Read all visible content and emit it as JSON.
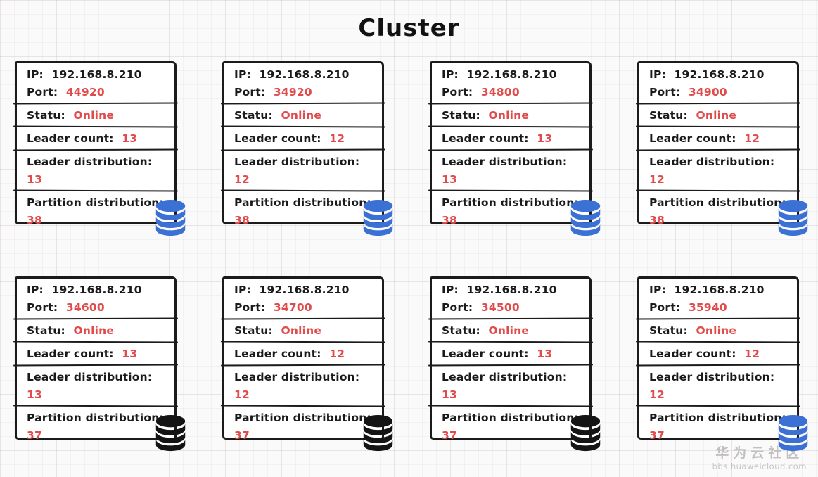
{
  "title": "Cluster",
  "card_labels": {
    "ip": "IP:",
    "port": "Port:",
    "status": "Statu:",
    "leader_count": "Leader count:",
    "leader_distribution": "Leader distribution:",
    "partition_distribution": "Partition distribution:"
  },
  "nodes": [
    {
      "ip": "192.168.8.210",
      "port": "44920",
      "status": "Online",
      "leader_count": "13",
      "leader_distribution": "13",
      "partition_distribution": "38",
      "icon": "database-icon",
      "icon_color": "#3b70d4"
    },
    {
      "ip": "192.168.8.210",
      "port": "34920",
      "status": "Online",
      "leader_count": "12",
      "leader_distribution": "12",
      "partition_distribution": "38",
      "icon": "database-icon",
      "icon_color": "#3b70d4"
    },
    {
      "ip": "192.168.8.210",
      "port": "34800",
      "status": "Online",
      "leader_count": "13",
      "leader_distribution": "13",
      "partition_distribution": "38",
      "icon": "database-icon",
      "icon_color": "#3b70d4"
    },
    {
      "ip": "192.168.8.210",
      "port": "34900",
      "status": "Online",
      "leader_count": "12",
      "leader_distribution": "12",
      "partition_distribution": "38",
      "icon": "database-icon",
      "icon_color": "#3b70d4"
    },
    {
      "ip": "192.168.8.210",
      "port": "34600",
      "status": "Online",
      "leader_count": "13",
      "leader_distribution": "13",
      "partition_distribution": "37",
      "icon": "database-icon",
      "icon_color": "#141414"
    },
    {
      "ip": "192.168.8.210",
      "port": "34700",
      "status": "Online",
      "leader_count": "12",
      "leader_distribution": "12",
      "partition_distribution": "37",
      "icon": "database-icon",
      "icon_color": "#141414"
    },
    {
      "ip": "192.168.8.210",
      "port": "34500",
      "status": "Online",
      "leader_count": "13",
      "leader_distribution": "13",
      "partition_distribution": "37",
      "icon": "database-icon",
      "icon_color": "#141414"
    },
    {
      "ip": "192.168.8.210",
      "port": "35940",
      "status": "Online",
      "leader_count": "12",
      "leader_distribution": "12",
      "partition_distribution": "37",
      "icon": "database-icon",
      "icon_color": "#3b70d4"
    }
  ],
  "watermark": {
    "line1": "华为云社区",
    "line2": "bbs.huaweicloud.com"
  },
  "colors": {
    "value_red": "#e14b4b",
    "label_black": "#1a1a1a",
    "border_black": "#1b1b1b",
    "db_blue": "#3b70d4",
    "db_black": "#141414"
  }
}
